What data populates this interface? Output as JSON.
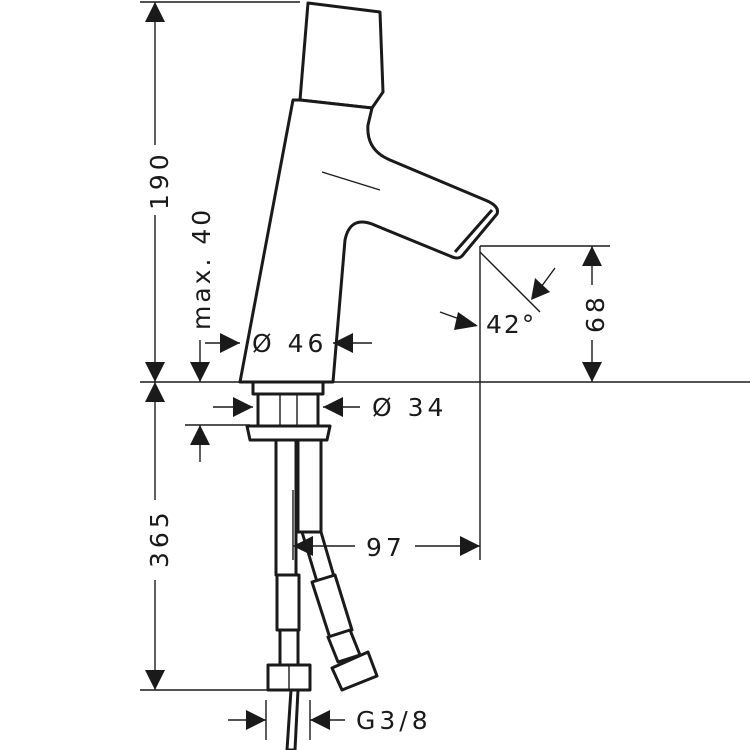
{
  "drawing": {
    "title": "Faucet dimension drawing",
    "dimensions": {
      "height_total": "190",
      "max_height": "max. 40",
      "base_diameter": "Ø 46",
      "shank_diameter": "Ø 34",
      "spout_height": "68",
      "spout_angle": "42°",
      "projection": "97",
      "hose_length": "365",
      "thread": "G3/8"
    }
  }
}
